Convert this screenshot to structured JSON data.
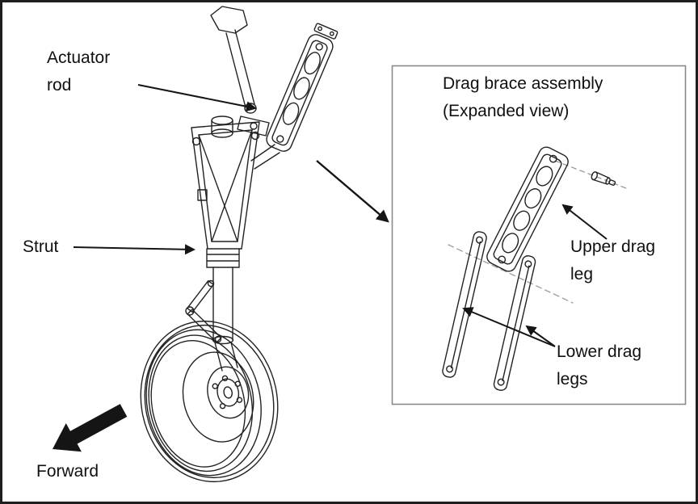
{
  "canvas": {
    "background": "#ffffff",
    "border_color": "#1f1f1f",
    "line_color": "#222222",
    "arrow_color": "#151515"
  },
  "main_labels": {
    "actuator_rod": "Actuator\nrod",
    "strut": "Strut",
    "forward": "Forward"
  },
  "inset": {
    "title": "Drag brace assembly\n(Expanded view)",
    "border_color": "#8a8a8a",
    "labels": {
      "upper_drag_leg": "Upper drag\nleg",
      "lower_drag_legs": "Lower drag\nlegs"
    }
  }
}
